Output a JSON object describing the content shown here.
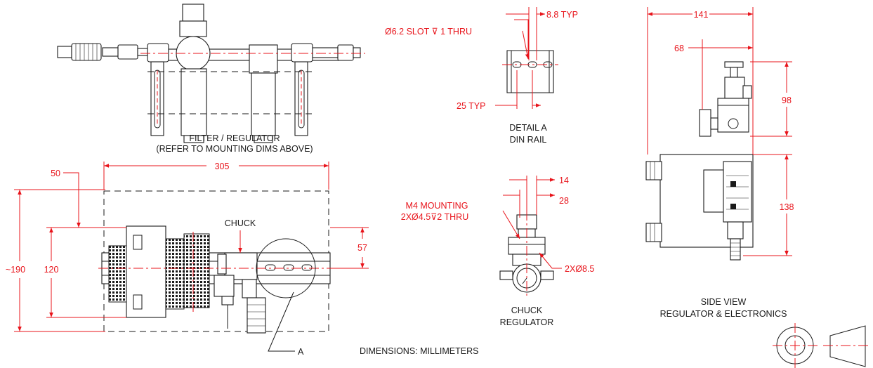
{
  "labels": {
    "filter_regulator_line1": "FILTER / REGULATOR",
    "filter_regulator_line2": "(REFER TO MOUNTING DIMS ABOVE)",
    "chuck": "CHUCK",
    "detail_a_line1": "DETAIL A",
    "detail_a_line2": "DIN RAIL",
    "chuck_regulator_line1": "CHUCK",
    "chuck_regulator_line2": "REGULATOR",
    "side_view_line1": "SIDE VIEW",
    "side_view_line2": "REGULATOR & ELECTRONICS",
    "dimensions_note": "DIMENSIONS:  MILLIMETERS",
    "detail_callout": "A"
  },
  "dims": {
    "slot": "Ø6.2 SLOT ⊽ 1 THRU",
    "typ_8_8": "8.8 TYP",
    "typ_25": "25 TYP",
    "d305": "305",
    "d50": "50",
    "d190": "~190",
    "d120": "120",
    "d57": "57",
    "d14": "14",
    "d28": "28",
    "m4_line1": "M4 MOUNTING",
    "m4_line2": "2XØ4.5⊽2 THRU",
    "d2x85": "2XØ8.5",
    "d141": "141",
    "d68": "68",
    "d98": "98",
    "d138": "138"
  },
  "colors": {
    "dimension": "#e8141b",
    "outline": "#1a1a1a",
    "background": "#ffffff"
  }
}
